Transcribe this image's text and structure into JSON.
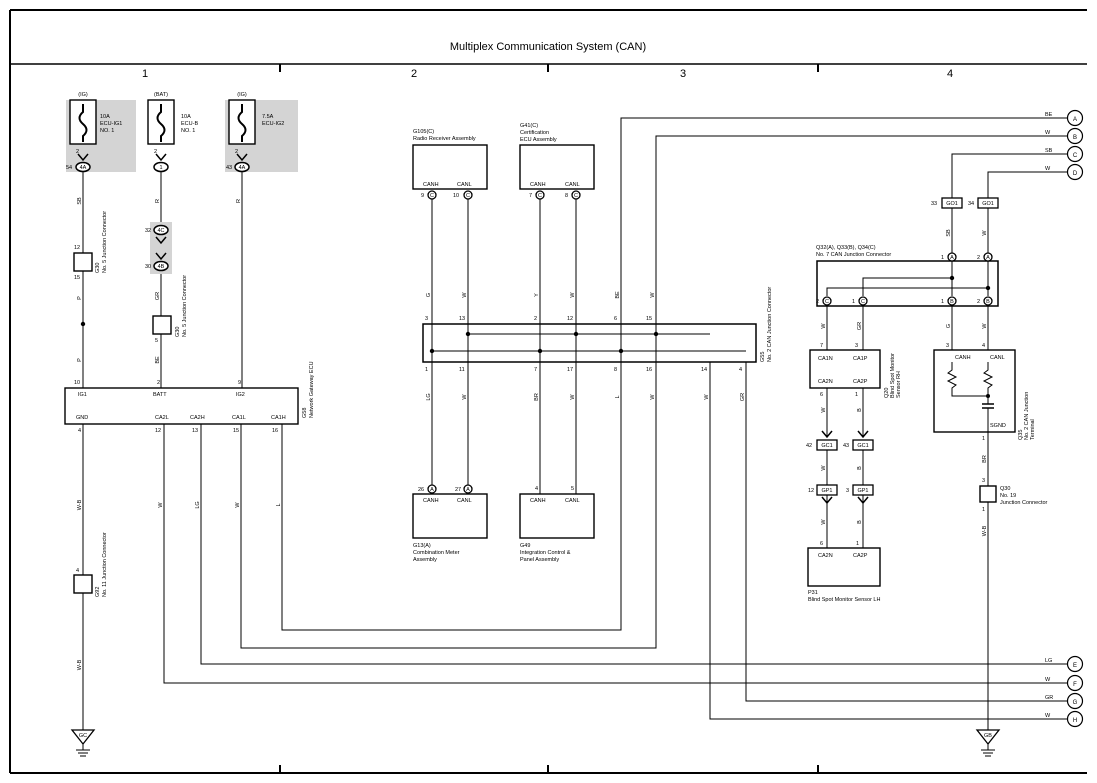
{
  "title": "Multiplex Communication System (CAN)",
  "columns": [
    "1",
    "2",
    "3",
    "4"
  ],
  "fuses": [
    {
      "source": "(IG)",
      "rating": "10A",
      "name": "ECU-IG1",
      "no": "NO. 1",
      "pin_top": "2",
      "pin": "54",
      "conn": "4A"
    },
    {
      "source": "(BAT)",
      "rating": "10A",
      "name": "ECU-B",
      "no": "NO. 1",
      "pin_top": "2",
      "conn": "1"
    },
    {
      "source": "(IG)",
      "rating": "7.5A",
      "name": "ECU-IG2",
      "pin_top": "2",
      "pin": "43",
      "conn": "4A"
    }
  ],
  "junctions": {
    "g30a": {
      "id": "G30",
      "desc": "No. 5 Junction Connector",
      "pin_top": "12",
      "pin_bottom": "15"
    },
    "g30b": {
      "id": "G30",
      "desc": "No. 5 Junction Connector",
      "pin_bottom": "5"
    },
    "g92": {
      "id": "G92",
      "desc": "No. 11 Junction Connector",
      "pin_top": "4"
    },
    "g55": {
      "id": "G55",
      "desc": "No. 2 CAN Junction Connector"
    },
    "q30": {
      "id": "Q30",
      "desc_1": "No. 19",
      "desc_2": "Junction Connector",
      "pin_top": "3",
      "pin_bottom": "1"
    }
  },
  "inline_conn": {
    "c1": "4C",
    "p1": "32",
    "c2": "4B",
    "p2": "30"
  },
  "g58": {
    "id": "G58",
    "name": "Network Gateway ECU",
    "top_pins": [
      {
        "label": "IG1",
        "num": "10"
      },
      {
        "label": "BATT",
        "num": "2"
      },
      {
        "label": "IG2",
        "num": "9"
      }
    ],
    "bottom_pins": [
      {
        "label": "GND",
        "num": "4"
      },
      {
        "label": "CA2L",
        "num": "12"
      },
      {
        "label": "CA2H",
        "num": "13"
      },
      {
        "label": "CA1L",
        "num": "15"
      },
      {
        "label": "CA1H",
        "num": "16"
      }
    ]
  },
  "g105": {
    "id": "G105(C)",
    "name": "Radio Receiver Assembly",
    "pins": [
      {
        "label": "CANH",
        "num": "9",
        "conn": "C"
      },
      {
        "label": "CANL",
        "num": "10",
        "conn": "C"
      }
    ]
  },
  "g41": {
    "id": "G41(C)",
    "name_1": "Certification",
    "name_2": "ECU Assembly",
    "pins": [
      {
        "label": "CANH",
        "num": "7",
        "conn": "C"
      },
      {
        "label": "CANL",
        "num": "8",
        "conn": "C"
      }
    ]
  },
  "g13": {
    "id": "G13(A)",
    "name_1": "Combination Meter",
    "name_2": "Assembly",
    "pins": [
      {
        "label": "CANH",
        "num": "26",
        "conn": "A"
      },
      {
        "label": "CANL",
        "num": "27",
        "conn": "A"
      }
    ]
  },
  "g49": {
    "id": "G49",
    "name_1": "Integration Control &",
    "name_2": "Panel Assembly",
    "pins": [
      {
        "label": "CANH",
        "num": "4"
      },
      {
        "label": "CANL",
        "num": "5"
      }
    ]
  },
  "g55_pins_top": [
    "3",
    "13",
    "2",
    "12",
    "6",
    "15"
  ],
  "g55_pins_bottom": [
    "1",
    "11",
    "7",
    "17",
    "8",
    "16",
    "14",
    "4"
  ],
  "q32": {
    "id": "Q32(A), Q33(B), Q34(C)",
    "name": "No. 7 CAN Junction Connector",
    "top_pins": [
      {
        "num": "1",
        "conn": "A"
      },
      {
        "num": "2",
        "conn": "A"
      }
    ],
    "bottom_pins": [
      {
        "num": "2",
        "conn": "C"
      },
      {
        "num": "1",
        "conn": "C"
      },
      {
        "num": "1",
        "conn": "B"
      },
      {
        "num": "2",
        "conn": "B"
      }
    ]
  },
  "q20": {
    "id": "Q20",
    "name_1": "Blind Spot Monitor",
    "name_2": "Sensor RH",
    "pins_top": [
      {
        "label": "CA1N",
        "num": "7"
      },
      {
        "label": "CA1P",
        "num": "3"
      }
    ],
    "pins_bottom": [
      {
        "label": "CA2N",
        "num": "6"
      },
      {
        "label": "CA2P",
        "num": "1"
      }
    ]
  },
  "q35": {
    "id": "Q35",
    "name_1": "No. 2 CAN Junction",
    "name_2": "Terminal",
    "pins_top": [
      {
        "label": "CANH",
        "num": "3"
      },
      {
        "label": "CANL",
        "num": "4"
      }
    ],
    "sgnd": "SGND",
    "sgnd_num": "1"
  },
  "p31": {
    "id": "P31",
    "name": "Blind Spot Monitor Sensor LH",
    "pins": [
      {
        "label": "CA2N",
        "num": "6"
      },
      {
        "label": "CA2P",
        "num": "1"
      }
    ]
  },
  "conn_go1": [
    {
      "pin": "33",
      "conn": "GO1"
    },
    {
      "pin": "34",
      "conn": "GO1"
    }
  ],
  "conn_qc1": [
    {
      "pin": "42",
      "conn": "GC1"
    },
    {
      "pin": "43",
      "conn": "GC1"
    }
  ],
  "conn_gp1": [
    {
      "pin": "12",
      "conn": "GP1"
    },
    {
      "pin": "3",
      "conn": "GP1"
    }
  ],
  "wire_colors": {
    "sb": "SB",
    "r": "R",
    "p": "P",
    "gr": "GR",
    "be": "BE",
    "wb": "W-B",
    "w": "W",
    "lg": "LG",
    "l": "L",
    "g": "G",
    "y": "Y",
    "br": "BR",
    "b": "B"
  },
  "offpage": [
    {
      "letter": "A",
      "color": "BE"
    },
    {
      "letter": "B",
      "color": "W"
    },
    {
      "letter": "C",
      "color": "SB"
    },
    {
      "letter": "D",
      "color": "W"
    },
    {
      "letter": "E",
      "color": "LG"
    },
    {
      "letter": "F",
      "color": "W"
    },
    {
      "letter": "G",
      "color": "GR"
    },
    {
      "letter": "H",
      "color": "W"
    }
  ],
  "grounds": [
    "GC",
    "GB"
  ]
}
